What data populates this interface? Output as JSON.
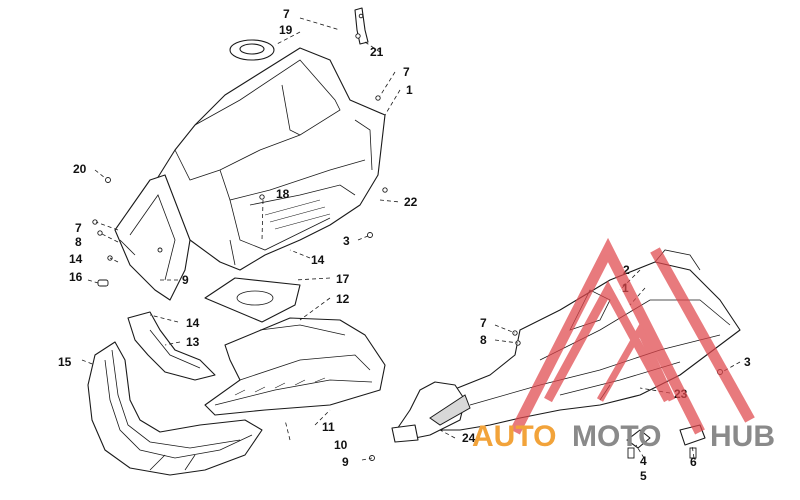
{
  "callouts": {
    "c1a": "1",
    "c1b": "1",
    "c2": "2",
    "c3a": "3",
    "c3b": "3",
    "c4": "4",
    "c5": "5",
    "c6": "6",
    "c7a": "7",
    "c7b": "7",
    "c7c": "7",
    "c7d": "7",
    "c8a": "8",
    "c8b": "8",
    "c9a": "9",
    "c9b": "9",
    "c10": "10",
    "c11": "11",
    "c12": "12",
    "c13": "13",
    "c14a": "14",
    "c14b": "14",
    "c14c": "14",
    "c15": "15",
    "c16": "16",
    "c17": "17",
    "c18": "18",
    "c19": "19",
    "c20": "20",
    "c21": "21",
    "c22": "22",
    "c23": "23",
    "c24": "24"
  },
  "watermark": {
    "brand_part1": "AUTO",
    "brand_part2": "MOTO",
    "brand_part3": "HUB",
    "color_red": "#e0474c",
    "color_orange": "#f2a33a",
    "color_gray": "#8a8a8a"
  }
}
